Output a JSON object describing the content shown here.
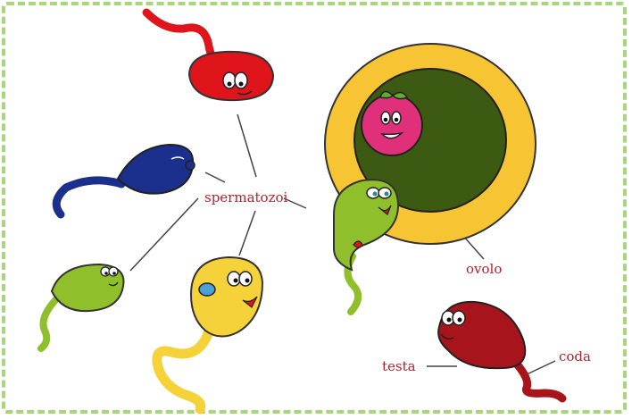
{
  "labels": {
    "sperm": "spermatozoi",
    "egg": "ovolo",
    "head": "testa",
    "tail": "coda"
  },
  "colors": {
    "frame": "#a6d77a",
    "sperm_red": "#e0141b",
    "sperm_blue": "#1b2f8c",
    "sperm_green": "#8fbf2a",
    "sperm_yellow": "#f6d23a",
    "sperm_darkred": "#a8141c",
    "egg_ring": "#f7c533",
    "egg_core": "#3d5a12",
    "egg_nucleus": "#e0307a",
    "label_text": "#b4232c"
  }
}
